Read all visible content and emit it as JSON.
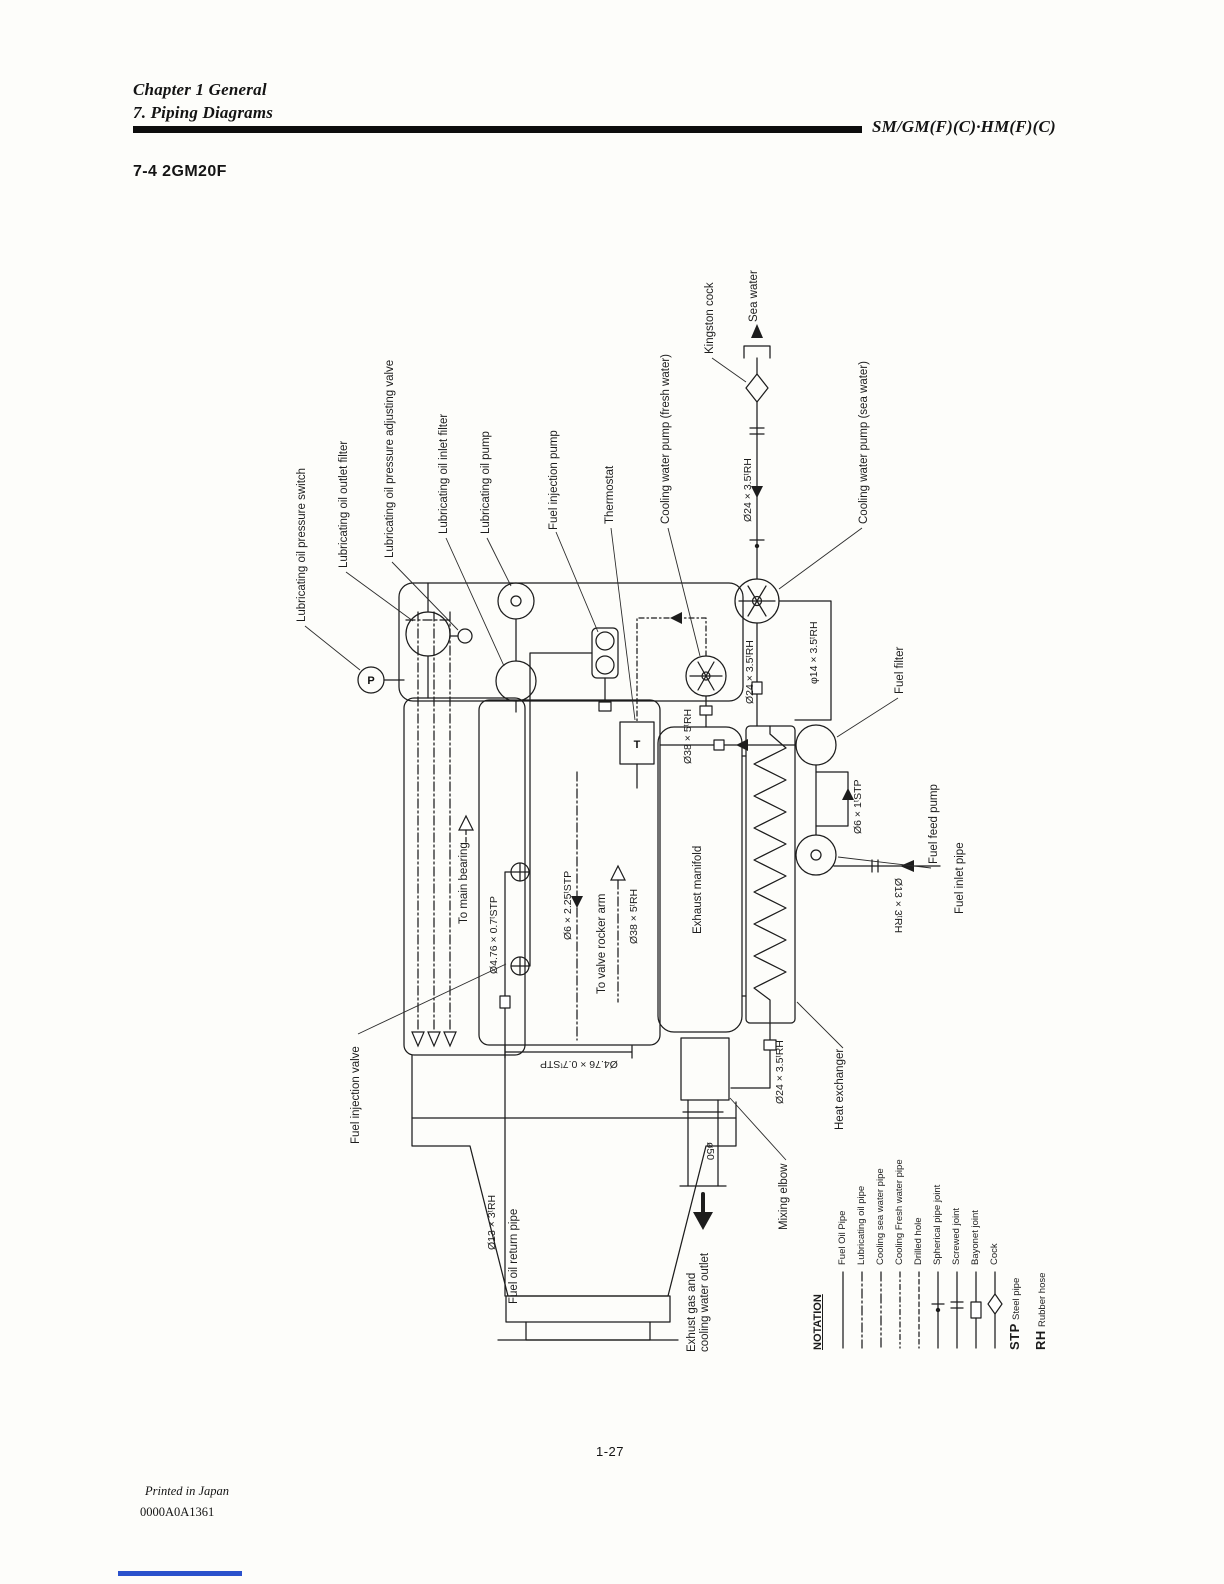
{
  "page": {
    "header": {
      "chapter": "Chapter 1 General",
      "section": "7. Piping Diagrams",
      "model_code": "SM/GM(F)(C)·HM(F)(C)"
    },
    "title": "7-4 2GM20F",
    "footer": {
      "page_number": "1-27",
      "printed_note": "Printed in Japan",
      "doc_code": "0000A0A1361"
    }
  },
  "diagram": {
    "labels": {
      "pressure_switch": "Lubricating oil pressure switch",
      "outlet_filter": "Lubricating oil outlet filter",
      "pressure_adjusting_valve": "Lubricating oil pressure adjusting valve",
      "inlet_filter": "Lubricating oil inlet filter",
      "oil_pump": "Lubricating oil pump",
      "fuel_injection_pump": "Fuel injection pump",
      "thermostat": "Thermostat",
      "cooling_pump_fresh": "Cooling water pump (fresh water)",
      "kingston_cock": "Kingston cock",
      "sea_water": "Sea water",
      "cooling_pump_sea": "Cooling water pump (sea water)",
      "fuel_filter": "Fuel filter",
      "fuel_feed_pump": "Fuel feed pump",
      "fuel_inlet_pipe": "Fuel inlet pipe",
      "exhaust_manifold": "Exhaust manifold",
      "to_main_bearing": "To main bearing",
      "to_valve_rocker_arm": "To valve rocker arm",
      "fuel_injection_valve": "Fuel injection valve",
      "heat_exchanger": "Heat exchanger",
      "mixing_elbow": "Mixing elbow",
      "fuel_oil_return_pipe": "Fuel oil return pipe",
      "exhaust_outlet_line1": "Exhust gas and",
      "exhaust_outlet_line2": "cooling water outlet"
    },
    "dimensions": {
      "d24_35_rh": "Ø24 × 3.5ᵗRH",
      "d14_35_rh": "φ14 × 3.5ᵗRH",
      "d38_5_rh": "Ø38 × 5ᵗRH",
      "d6_1_stp": "Ø6 × 1ᵗSTP",
      "d6_225_stp": "Ø6 × 2.25ᵗSTP",
      "d476_07_stp": "Ø4.76 × 0.7ᵗSTP",
      "d13_3_rh": "Ø13 × 3ᵗRH",
      "d50": "ø50"
    },
    "markers": {
      "pressure_switch_letter": "P",
      "thermostat_letter": "T"
    },
    "legend": {
      "title": "NOTATION",
      "entries": [
        {
          "label": "Fuel Oil Pipe"
        },
        {
          "label": "Lubricating oil pipe"
        },
        {
          "label": "Cooling sea water pipe"
        },
        {
          "label": "Cooling Fresh water pipe"
        },
        {
          "label": "Drilled hole"
        },
        {
          "label": "Spherical pipe joint"
        },
        {
          "label": "Screwed joint"
        },
        {
          "label": "Bayonet joint"
        },
        {
          "label": "Cock"
        }
      ],
      "abbreviations": [
        {
          "abbr": "STP",
          "meaning": "Steel pipe"
        },
        {
          "abbr": "RH",
          "meaning": "Rubber hose"
        }
      ]
    }
  }
}
